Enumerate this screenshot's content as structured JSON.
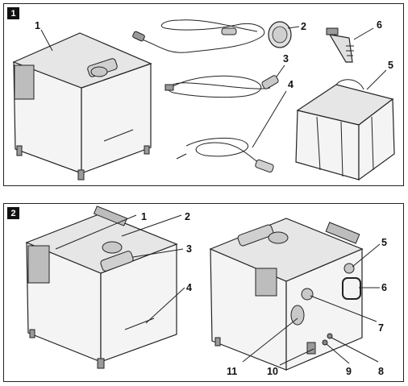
{
  "panels": [
    {
      "badge": "1",
      "callouts": [
        "1",
        "2",
        "3",
        "4",
        "5",
        "6"
      ]
    },
    {
      "badge": "2",
      "callouts": [
        "1",
        "2",
        "3",
        "4",
        "5",
        "6",
        "7",
        "8",
        "9",
        "10",
        "11"
      ]
    }
  ]
}
